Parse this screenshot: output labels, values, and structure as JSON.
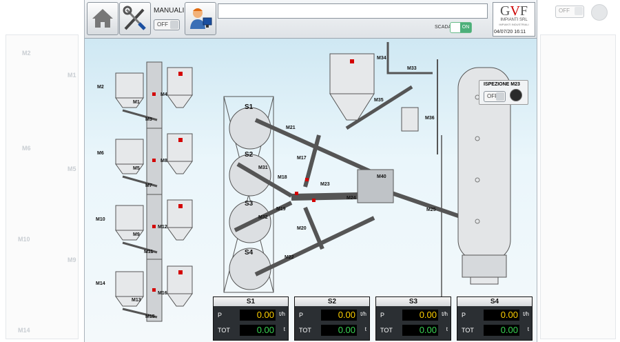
{
  "toolbar": {
    "manual_label": "MANUALI",
    "manual_switch": "OFF",
    "message": "",
    "scada_label": "SCADA",
    "scada_switch": "ON",
    "datetime": "04/07/20 16:11"
  },
  "logo": {
    "brand_left": "G",
    "brand_mid": "V",
    "brand_right": "F",
    "line1": "IMPIANTI SRL",
    "line2": "IMPIANTI INDUSTRIALI"
  },
  "inspection": {
    "title": "ISPEZIONE M23",
    "switch": "OFF"
  },
  "ghost": {
    "switch": "OFF",
    "labels": [
      "M2",
      "M1",
      "M6",
      "M5",
      "M10",
      "M9",
      "M14"
    ]
  },
  "motors": {
    "left": [
      "M2",
      "M1",
      "M4",
      "M3",
      "M6",
      "M5",
      "M8",
      "M7",
      "M10",
      "M9",
      "M12",
      "M11",
      "M14",
      "M13",
      "M16",
      "M15"
    ],
    "center": [
      "M21",
      "M31",
      "M18",
      "M17",
      "M23",
      "M19",
      "M32",
      "M20",
      "M22",
      "M40",
      "M24",
      "M25",
      "M33",
      "M34",
      "M35",
      "M36"
    ]
  },
  "silos": [
    "S1",
    "S2",
    "S3",
    "S4"
  ],
  "panels": [
    {
      "name": "S1",
      "p_label": "P",
      "p_value": "0.00",
      "p_unit": "t/h",
      "tot_label": "TOT",
      "tot_value": "0.00",
      "tot_unit": "t"
    },
    {
      "name": "S2",
      "p_label": "P",
      "p_value": "0.00",
      "p_unit": "t/h",
      "tot_label": "TOT",
      "tot_value": "0.00",
      "tot_unit": "t"
    },
    {
      "name": "S3",
      "p_label": "P",
      "p_value": "0.00",
      "p_unit": "t/h",
      "tot_label": "TOT",
      "tot_value": "0.00",
      "tot_unit": "t"
    },
    {
      "name": "S4",
      "p_label": "P",
      "p_value": "0.00",
      "p_unit": "t/h",
      "tot_label": "TOT",
      "tot_value": "0.00",
      "tot_unit": "t"
    }
  ],
  "colors": {
    "accent": "#4caf7a",
    "alarm": "#d40000",
    "value_yellow": "#ffd000",
    "value_green": "#39d353"
  }
}
